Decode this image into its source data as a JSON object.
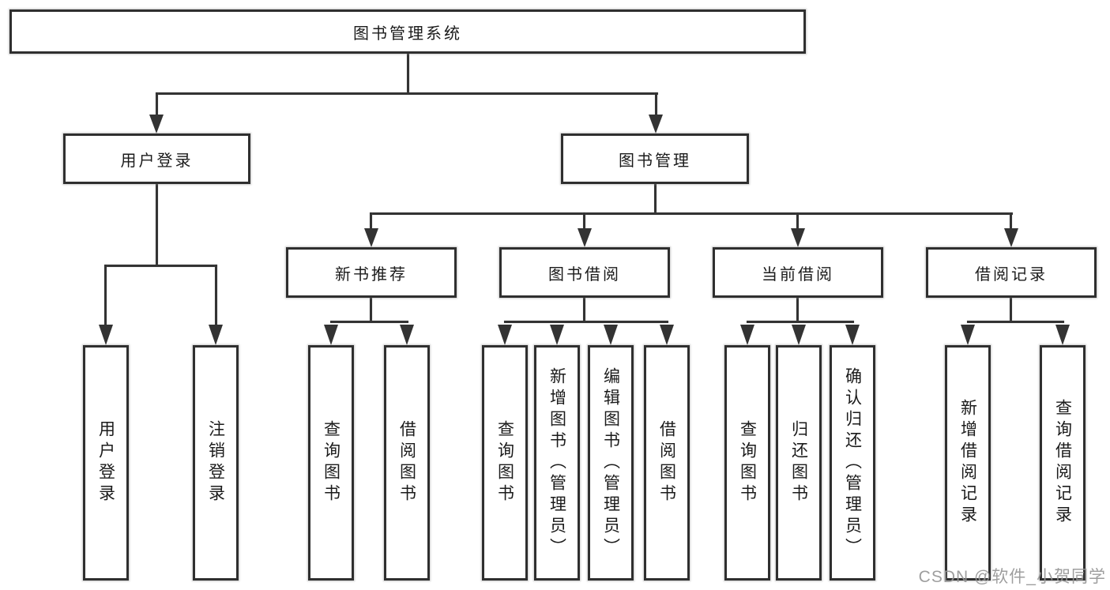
{
  "tree": {
    "root": {
      "label": "图书管理系统",
      "children": [
        {
          "label": "用户登录",
          "children": [
            {
              "label": "用户登录"
            },
            {
              "label": "注销登录"
            }
          ]
        },
        {
          "label": "图书管理",
          "children": [
            {
              "label": "新书推荐",
              "children": [
                {
                  "label": "查询图书"
                },
                {
                  "label": "借阅图书"
                }
              ]
            },
            {
              "label": "图书借阅",
              "children": [
                {
                  "label": "查询图书"
                },
                {
                  "label": "新增图书（管理员）"
                },
                {
                  "label": "编辑图书（管理员）"
                },
                {
                  "label": "借阅图书"
                }
              ]
            },
            {
              "label": "当前借阅",
              "children": [
                {
                  "label": "查询图书"
                },
                {
                  "label": "归还图书"
                },
                {
                  "label": "确认归还（管理员）"
                }
              ]
            },
            {
              "label": "借阅记录",
              "children": [
                {
                  "label": "新增借阅记录"
                },
                {
                  "label": "查询借阅记录"
                }
              ]
            }
          ]
        }
      ]
    }
  },
  "watermark": {
    "text": "CSDN @软件_小贺同学"
  },
  "colors": {
    "line": "#333333",
    "box_border": "#2f2f2f",
    "text": "#1b1b1b",
    "watermark": "#969696",
    "background": "#ffffff"
  }
}
